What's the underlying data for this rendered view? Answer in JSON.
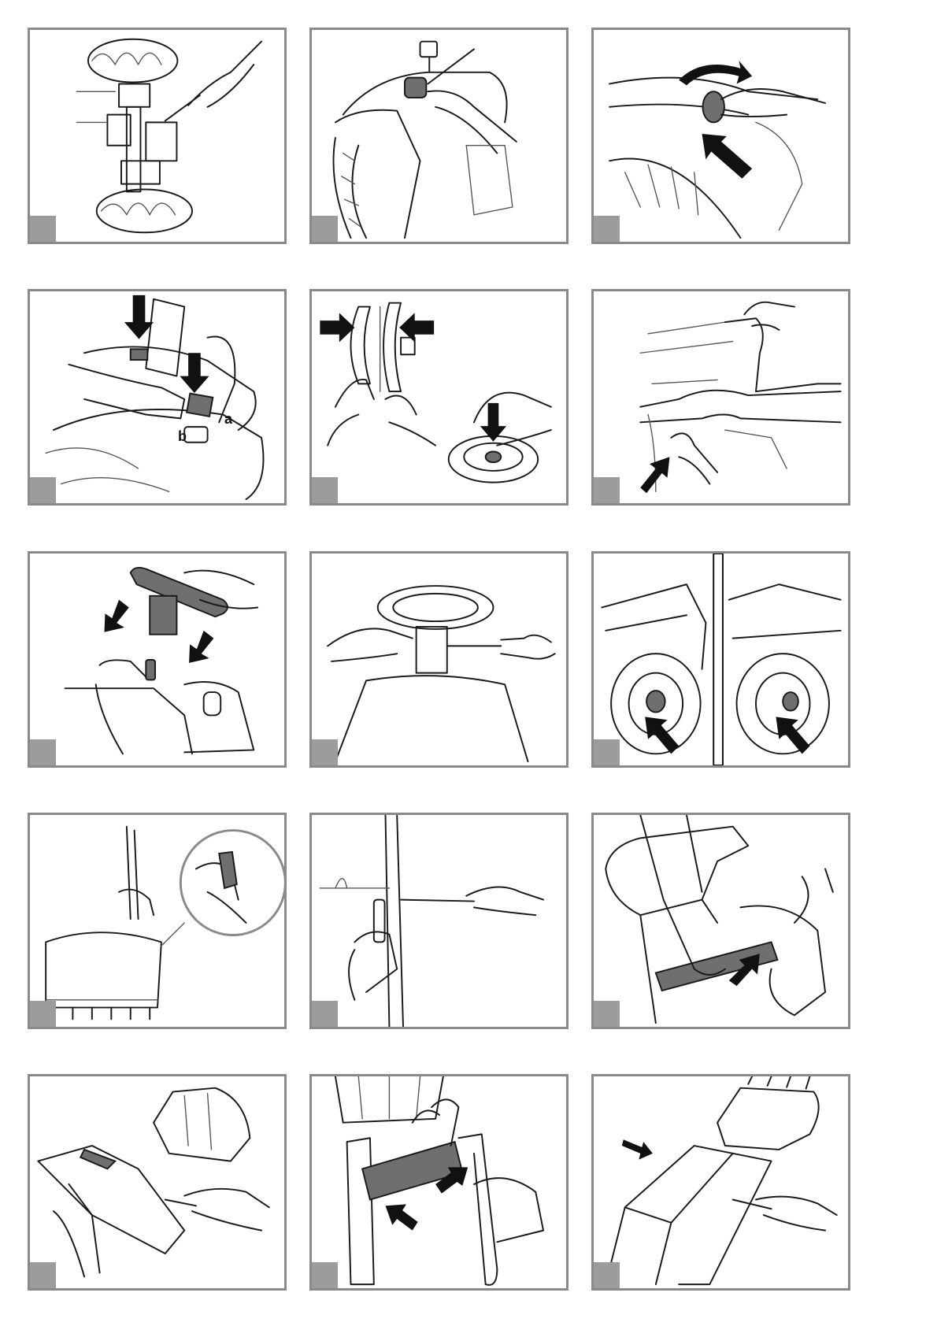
{
  "panels": [
    {
      "id": 1,
      "scene": "wheel-axle"
    },
    {
      "id": 2,
      "scene": "fender-cap"
    },
    {
      "id": 3,
      "scene": "cap-rotate"
    },
    {
      "id": 4,
      "scene": "seat-tabs",
      "labels": {
        "a": "a",
        "b": "b"
      }
    },
    {
      "id": 5,
      "scene": "steering-wheel-halves"
    },
    {
      "id": 6,
      "scene": "body-hood"
    },
    {
      "id": 7,
      "scene": "steering-column"
    },
    {
      "id": 8,
      "scene": "steering-screw"
    },
    {
      "id": 9,
      "scene": "rear-wheel-caps"
    },
    {
      "id": 10,
      "scene": "bucket-hinge"
    },
    {
      "id": 11,
      "scene": "bucket-screw"
    },
    {
      "id": 12,
      "scene": "loader-bar-insert"
    },
    {
      "id": 13,
      "scene": "loader-arm-screw"
    },
    {
      "id": 14,
      "scene": "loader-bar-push"
    },
    {
      "id": 15,
      "scene": "loader-assembly-screw"
    }
  ],
  "colors": {
    "frame": "#8a8a8a",
    "tab": "#9c9c9c",
    "part": "#6f6f6f",
    "arrow": "#111111"
  }
}
